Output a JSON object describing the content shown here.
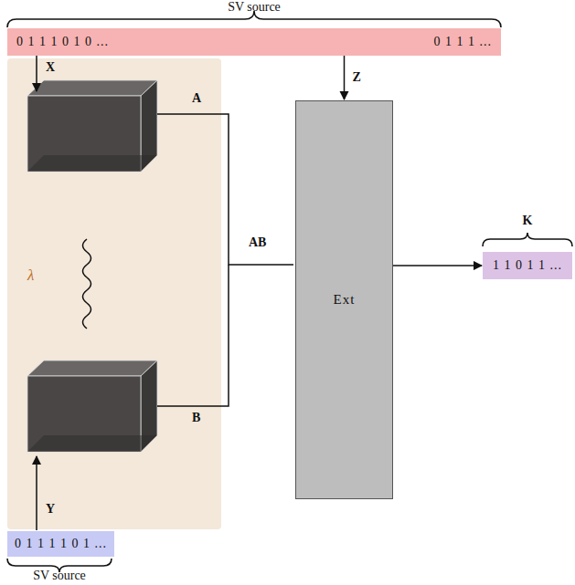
{
  "diagram": {
    "nodes": [
      {
        "text": [
          "0 1 1 1 0 1 0 ...",
          "0 1 1 1 ..."
        ]
      },
      {
        "text": [
          "λ"
        ]
      },
      {
        "text": [
          "Ext"
        ]
      },
      {
        "text": [
          "1 1 0 1 1 ..."
        ]
      },
      {
        "text": [
          "0 1 1 1 1 0 1 ..."
        ]
      }
    ],
    "edges": [
      {
        "from": 0,
        "to": 2,
        "label": "Z",
        "arrow": "to"
      },
      {
        "from": 2,
        "to": 3,
        "arrow": "to"
      }
    ],
    "labels": [
      "SV source",
      "X",
      "A",
      "B",
      "AB",
      "K",
      "Y",
      "SV source"
    ]
  }
}
